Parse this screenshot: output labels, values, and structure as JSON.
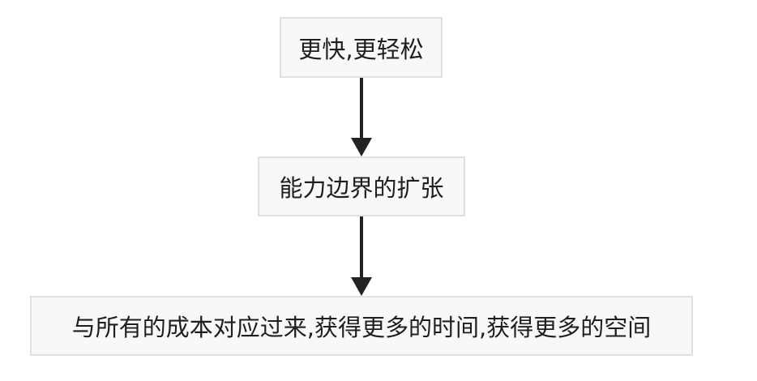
{
  "diagram": {
    "nodes": [
      {
        "id": "n1",
        "label": "更快,更轻松"
      },
      {
        "id": "n2",
        "label": "能力边界的扩张"
      },
      {
        "id": "n3",
        "label": "与所有的成本对应过来,获得更多的时间,获得更多的空间"
      }
    ],
    "edges": [
      {
        "from": "n1",
        "to": "n2"
      },
      {
        "from": "n2",
        "to": "n3"
      }
    ],
    "colors": {
      "node_fill": "#f8f8f8",
      "node_border": "#e0e0e0",
      "text": "#1f1f1f",
      "arrow": "#222222"
    }
  }
}
